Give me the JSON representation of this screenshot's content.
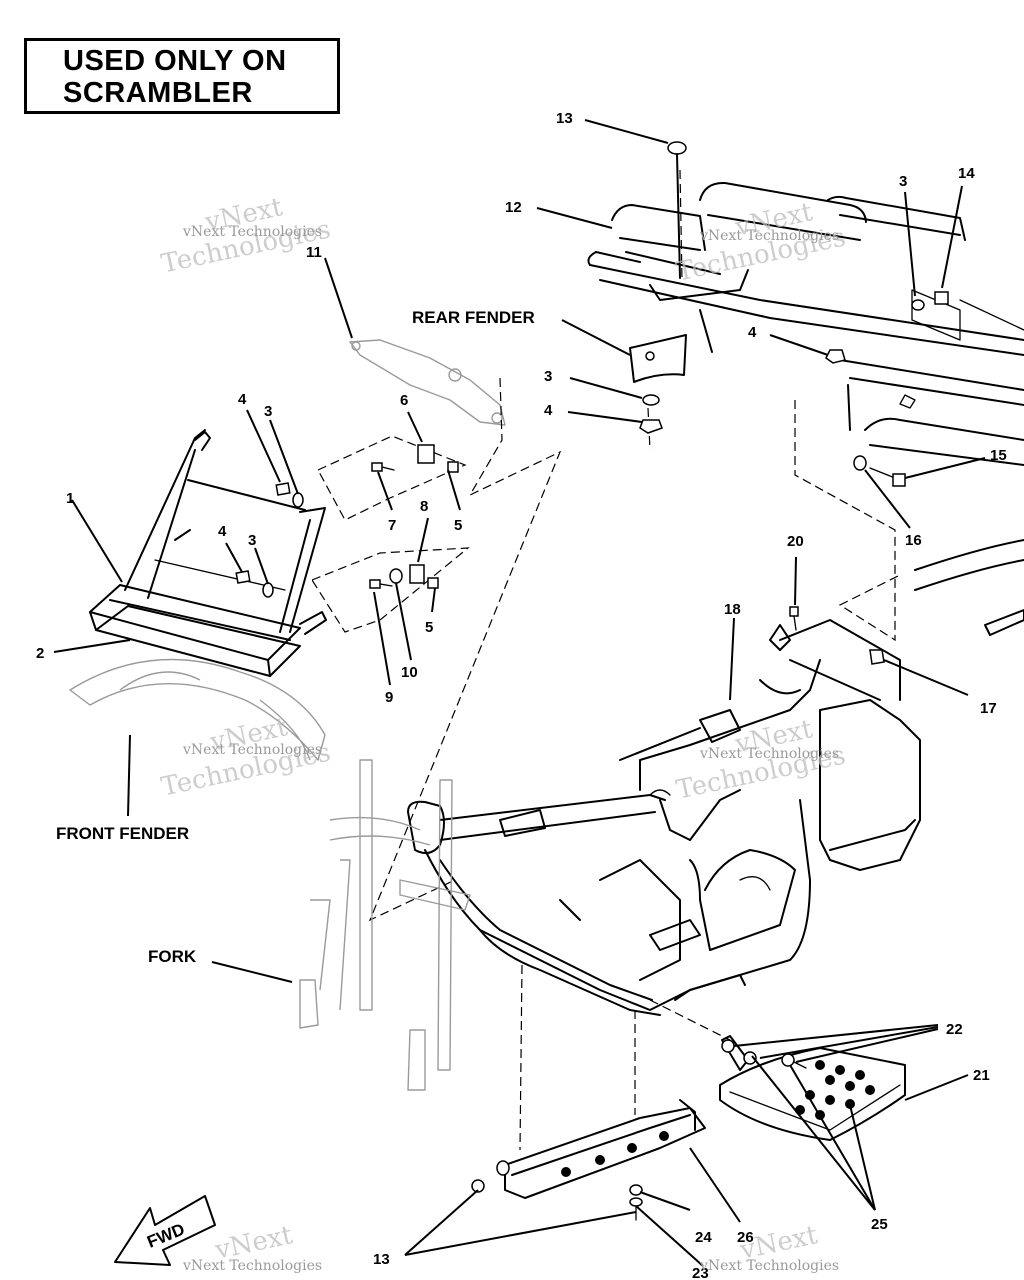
{
  "title_box": {
    "line1": "USED ONLY ON",
    "line2": "SCRAMBLER"
  },
  "watermark": {
    "brand_line1": "vNext",
    "brand_line2": "Technologies",
    "small": "vNext Technologies"
  },
  "labels": {
    "rear_fender": "REAR FENDER",
    "front_fender": "FRONT FENDER",
    "fork": "FORK",
    "fwd": "FWD"
  },
  "callouts": {
    "c1": "1",
    "c2": "2",
    "c3a": "3",
    "c3b": "3",
    "c3c": "3",
    "c3d": "3",
    "c4a": "4",
    "c4b": "4",
    "c4c": "4",
    "c4d": "4",
    "c5a": "5",
    "c5b": "5",
    "c6": "6",
    "c7": "7",
    "c8": "8",
    "c9": "9",
    "c10": "10",
    "c11": "11",
    "c12": "12",
    "c13a": "13",
    "c13b": "13",
    "c14": "14",
    "c15": "15",
    "c16": "16",
    "c17": "17",
    "c18": "18",
    "c20": "20",
    "c21": "21",
    "c22": "22",
    "c23": "23",
    "c24": "24",
    "c25": "25",
    "c26": "26"
  },
  "colors": {
    "ink": "#000000",
    "watermark": "#bdbdbd",
    "paper": "#ffffff"
  }
}
